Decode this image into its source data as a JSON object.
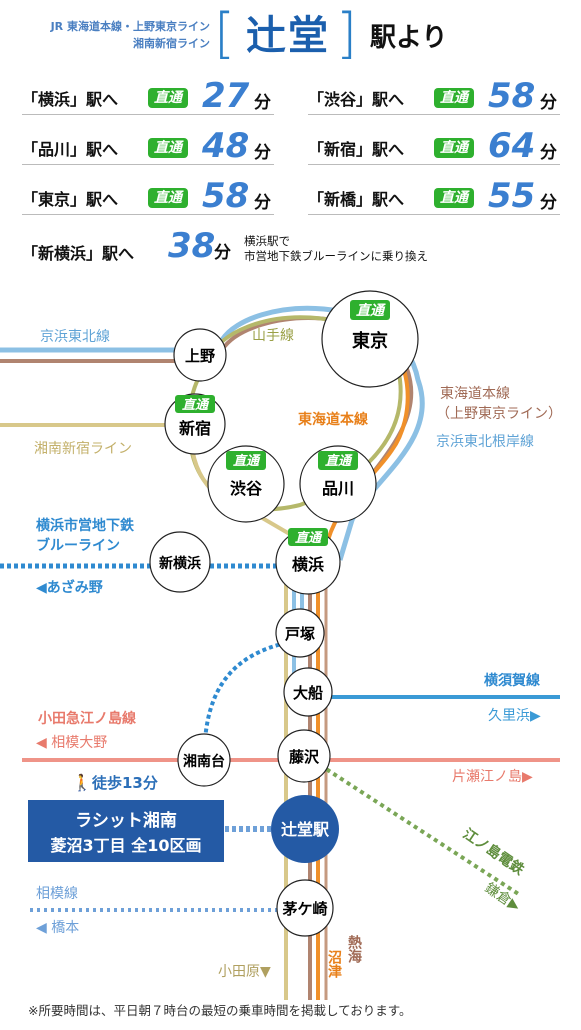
{
  "header": {
    "line1": "JR 東海道本線・上野東京ライン",
    "line2": "湘南新宿ライン",
    "station": "辻堂",
    "suffix": "駅より",
    "bracket_left": "[",
    "bracket_right": "]"
  },
  "badge_label": "直通",
  "unit_label": "分",
  "times": [
    {
      "dest": "「横浜」駅へ",
      "minutes": "27"
    },
    {
      "dest": "「渋谷」駅へ",
      "minutes": "58"
    },
    {
      "dest": "「品川」駅へ",
      "minutes": "48"
    },
    {
      "dest": "「新宿」駅へ",
      "minutes": "64"
    },
    {
      "dest": "「東京」駅へ",
      "minutes": "58"
    },
    {
      "dest": "「新橋」駅へ",
      "minutes": "55"
    }
  ],
  "shin_yokohama": {
    "dest": "「新横浜」駅へ",
    "minutes": "38",
    "note_line1": "横浜駅で",
    "note_line2": "市営地下鉄ブルーラインに乗り換え"
  },
  "map": {
    "stations": {
      "tokyo": "東京",
      "ueno": "上野",
      "shinjuku": "新宿",
      "shibuya": "渋谷",
      "shinagawa": "品川",
      "shin_yokohama": "新横浜",
      "yokohama": "横浜",
      "totsuka": "戸塚",
      "ofuna": "大船",
      "shonandai": "湘南台",
      "fujisawa": "藤沢",
      "tsujido": "辻堂駅",
      "chigasaki": "茅ケ崎"
    },
    "lines": {
      "keihin_tohoku": "京浜東北線",
      "yamanote": "山手線",
      "tokaido_main": "東海道本線",
      "tokaido_ueno_1": "東海道本線",
      "tokaido_ueno_2": "（上野東京ライン）",
      "keihin_negishi": "京浜東北根岸線",
      "shonan_shinjuku": "湘南新宿ライン",
      "blue_line_1": "横浜市営地下鉄",
      "blue_line_2": "ブルーライン",
      "azamino": "◀あざみ野",
      "yokosuka": "横須賀線",
      "kurihama": "久里浜▶",
      "odakyu": "小田急江ノ島線",
      "sagami_ono": "◀ 相模大野",
      "katase": "片瀬江ノ島▶",
      "enoden": "江ノ島電鉄",
      "kamakura": "鎌倉▶",
      "sotetsu": "相模線",
      "hashimoto": "◀ 橋本",
      "odawara": "小田原▼",
      "numazu": "沼津",
      "atami": "熱海"
    },
    "walk": "徒歩13分",
    "property_line1": "ラシット湘南",
    "property_line2": "菱沼3丁目 全10区画"
  },
  "footnote": "※所要時間は、平日朝７時台の最短の乗車時間を掲載しております。",
  "colors": {
    "keihin_tohoku": "#8cc0e4",
    "yamanote": "#b5b86a",
    "tokaido": "#f0902a",
    "ueno_tokyo": "#b08470",
    "shonan_shinjuku": "#d8c88a",
    "blue_line": "#2f8ad0",
    "yokosuka": "#3a9ad6",
    "odakyu": "#ef9488",
    "enoden": "#7aa656",
    "sotetsu": "#6ea0d8",
    "tsujido": "#245aa5",
    "property": "#245aa5",
    "badge": "#2eb02e",
    "minutes": "#3b7fd0"
  }
}
